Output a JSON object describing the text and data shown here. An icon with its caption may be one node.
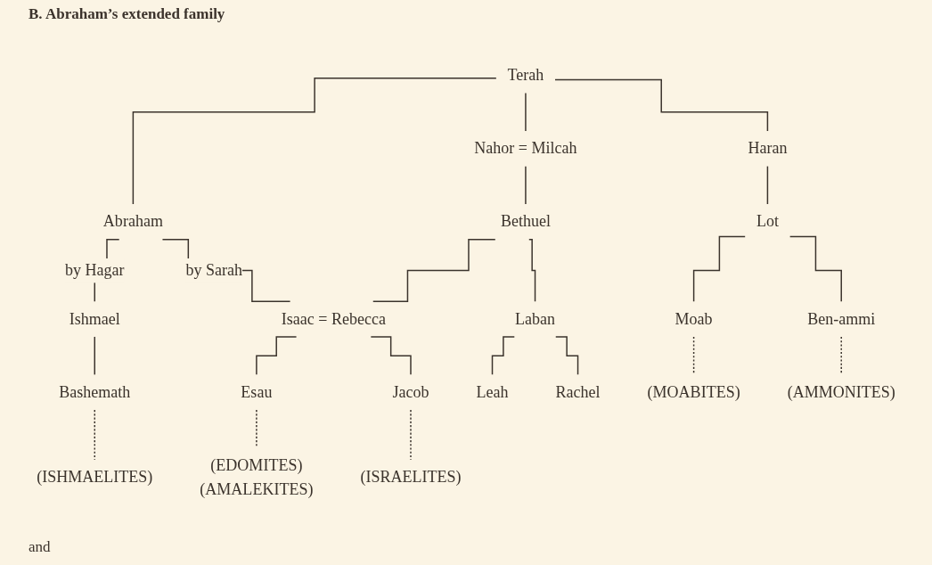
{
  "diagram": {
    "title": "B. Abraham’s extended family",
    "nodes": [
      {
        "text": [
          "Terah"
        ]
      },
      {
        "text": [
          "Abraham"
        ]
      },
      {
        "text": [
          "Nahor = Milcah"
        ]
      },
      {
        "text": [
          "Haran"
        ]
      },
      {
        "text": [
          "Bethuel"
        ]
      },
      {
        "text": [
          "Lot"
        ]
      },
      {
        "text": [
          "Ishmael"
        ]
      },
      {
        "text": [
          "Isaac = Rebecca"
        ]
      },
      {
        "text": [
          "Laban"
        ]
      },
      {
        "text": [
          "Moab"
        ]
      },
      {
        "text": [
          "Ben-ammi"
        ]
      },
      {
        "text": [
          "Bashemath"
        ]
      },
      {
        "text": [
          "Esau"
        ]
      },
      {
        "text": [
          "Jacob"
        ]
      },
      {
        "text": [
          "Leah"
        ]
      },
      {
        "text": [
          "Rachel"
        ]
      },
      {
        "text": [
          "(MOABITES)"
        ]
      },
      {
        "text": [
          "(AMMONITES)"
        ]
      },
      {
        "text": [
          "(ISHMAELITES)"
        ]
      },
      {
        "text": [
          "(EDOMITES)",
          "(AMALEKITES)"
        ]
      },
      {
        "text": [
          "(ISRAELITES)"
        ]
      }
    ],
    "edges": [
      {
        "from": 0,
        "to": 1,
        "arrow": "none"
      },
      {
        "from": 0,
        "to": 2,
        "arrow": "none"
      },
      {
        "from": 0,
        "to": 3,
        "arrow": "none"
      },
      {
        "from": 1,
        "to": 6,
        "arrow": "none",
        "label": "by Hagar"
      },
      {
        "from": 1,
        "to": 7,
        "arrow": "none",
        "label": "by Sarah"
      },
      {
        "from": 2,
        "to": 4,
        "arrow": "none"
      },
      {
        "from": 4,
        "to": 7,
        "arrow": "none"
      },
      {
        "from": 4,
        "to": 8,
        "arrow": "none"
      },
      {
        "from": 3,
        "to": 5,
        "arrow": "none"
      },
      {
        "from": 5,
        "to": 9,
        "arrow": "none"
      },
      {
        "from": 5,
        "to": 10,
        "arrow": "none"
      },
      {
        "from": 6,
        "to": 11,
        "arrow": "none"
      },
      {
        "from": 7,
        "to": 12,
        "arrow": "none"
      },
      {
        "from": 7,
        "to": 13,
        "arrow": "none"
      },
      {
        "from": 8,
        "to": 14,
        "arrow": "none"
      },
      {
        "from": 8,
        "to": 15,
        "arrow": "none"
      },
      {
        "from": 9,
        "to": 16,
        "arrow": "none",
        "style": "dashed"
      },
      {
        "from": 10,
        "to": 17,
        "arrow": "none",
        "style": "dashed"
      },
      {
        "from": 11,
        "to": 18,
        "arrow": "none",
        "style": "dashed"
      },
      {
        "from": 12,
        "to": 19,
        "arrow": "none",
        "style": "dashed"
      },
      {
        "from": 13,
        "to": 20,
        "arrow": "none",
        "style": "dashed"
      }
    ],
    "labels": [
      "and"
    ]
  }
}
